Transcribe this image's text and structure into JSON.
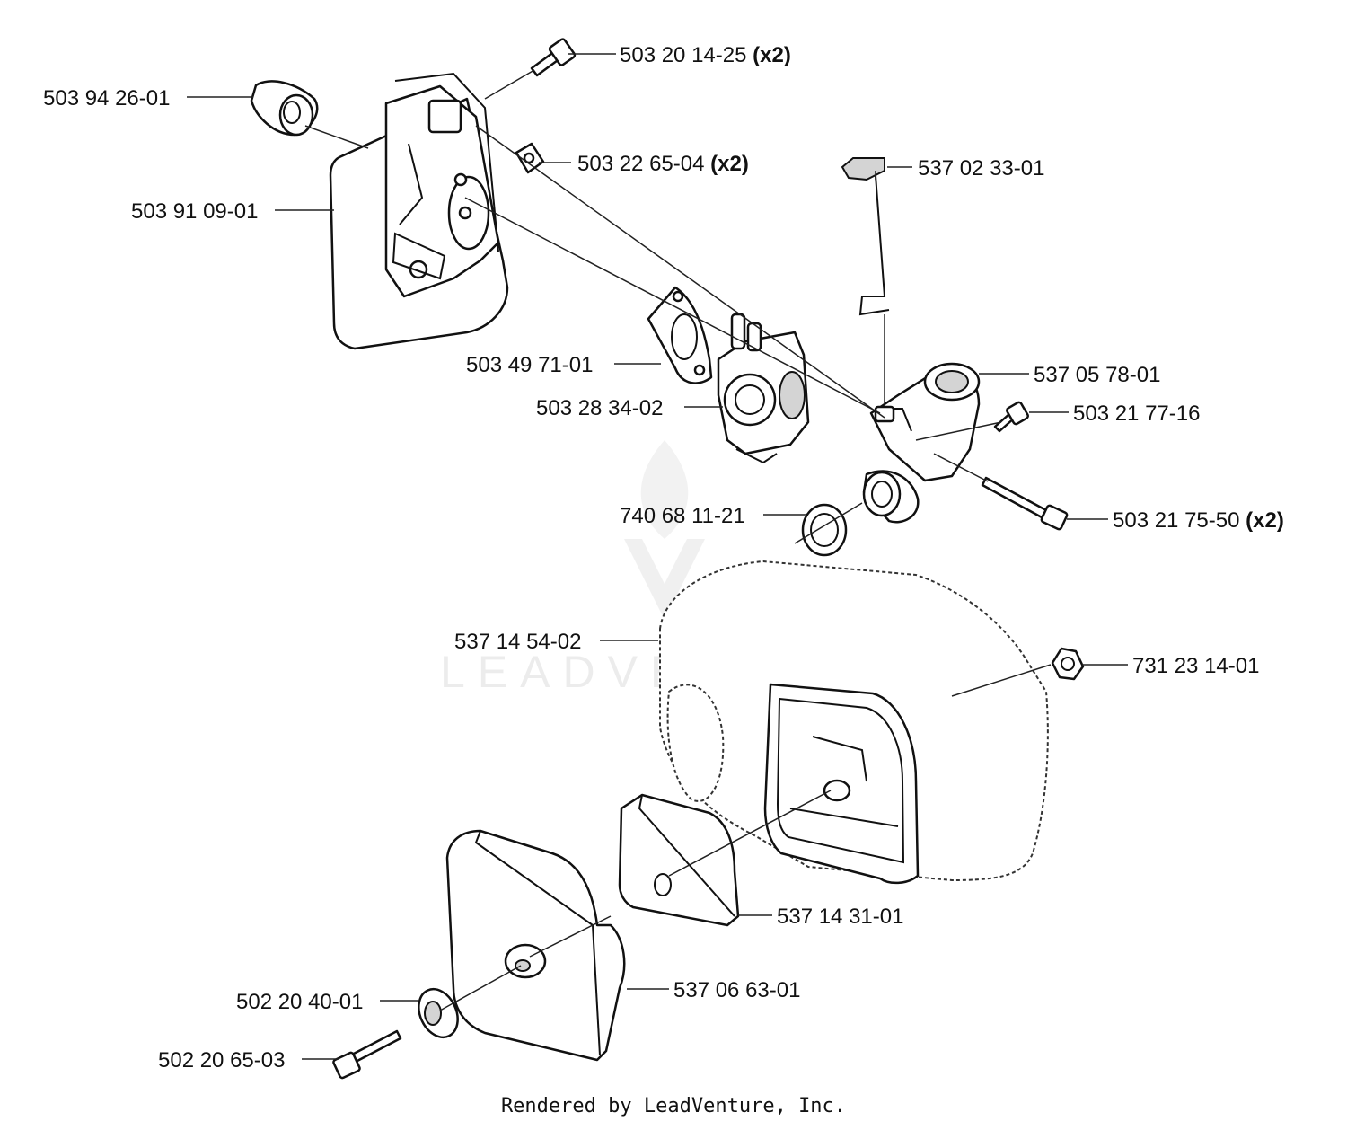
{
  "callouts": [
    {
      "part": "503 20 14-25",
      "qty": "(x2)"
    },
    {
      "part": "503 94 26-01",
      "qty": ""
    },
    {
      "part": "503 22 65-04",
      "qty": "(x2)"
    },
    {
      "part": "537 02 33-01",
      "qty": ""
    },
    {
      "part": "503 91 09-01",
      "qty": ""
    },
    {
      "part": "537 05 78-01",
      "qty": ""
    },
    {
      "part": "503 49 71-01",
      "qty": ""
    },
    {
      "part": "503 21 77-16",
      "qty": ""
    },
    {
      "part": "503 28 34-02",
      "qty": ""
    },
    {
      "part": "740 68 11-21",
      "qty": ""
    },
    {
      "part": "503 21 75-50",
      "qty": "(x2)"
    },
    {
      "part": "537 14 54-02",
      "qty": ""
    },
    {
      "part": "731 23 14-01",
      "qty": ""
    },
    {
      "part": "537 14 31-01",
      "qty": ""
    },
    {
      "part": "537 06 63-01",
      "qty": ""
    },
    {
      "part": "502 20 40-01",
      "qty": ""
    },
    {
      "part": "502 20 65-03",
      "qty": ""
    }
  ],
  "watermark": "LEADVENTURE",
  "footer": "Rendered by LeadVenture, Inc."
}
